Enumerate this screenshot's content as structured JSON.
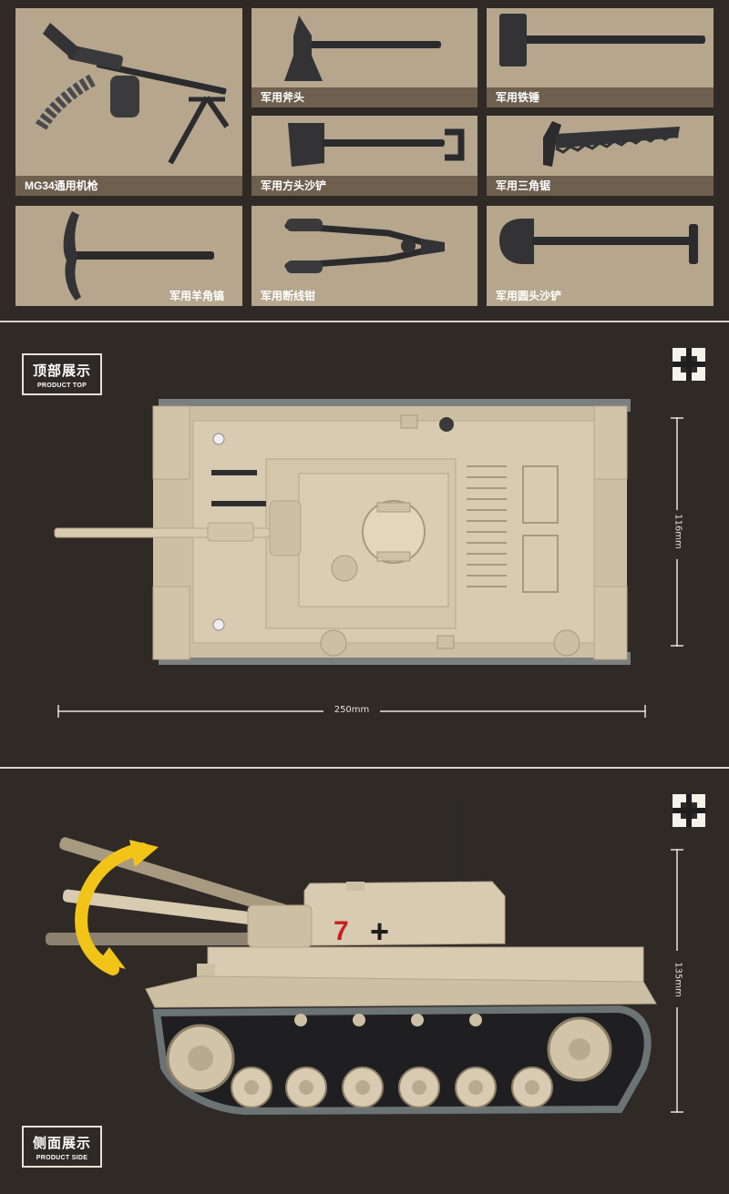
{
  "accessories": {
    "items": [
      {
        "icon": "mg34-machine-gun-icon",
        "label": "MG34通用机枪"
      },
      {
        "icon": "axe-icon",
        "label": "军用斧头"
      },
      {
        "icon": "sledgehammer-icon",
        "label": "军用铁锤"
      },
      {
        "icon": "square-shovel-icon",
        "label": "军用方头沙铲"
      },
      {
        "icon": "triangle-saw-icon",
        "label": "军用三角锯"
      },
      {
        "icon": "pickaxe-icon",
        "label": "军用羊角镐"
      },
      {
        "icon": "bolt-cutter-icon",
        "label": "军用断线钳"
      },
      {
        "icon": "round-shovel-icon",
        "label": "军用圆头沙铲"
      }
    ]
  },
  "top_view": {
    "title_cn": "顶部展示",
    "title_en": "PRODUCT TOP",
    "length": "250mm",
    "width": "116mm"
  },
  "side_view": {
    "title_cn": "侧面展示",
    "title_en": "PRODUCT SIDE",
    "height": "135mm",
    "turret_number": "7",
    "turret_cross": "+"
  },
  "colors": {
    "background": "#2f2a26",
    "card": "#b5a68d",
    "caption": "#6e5f4e",
    "tank_tan": "#d8cbb1",
    "arrow_yellow": "#f2c418"
  }
}
